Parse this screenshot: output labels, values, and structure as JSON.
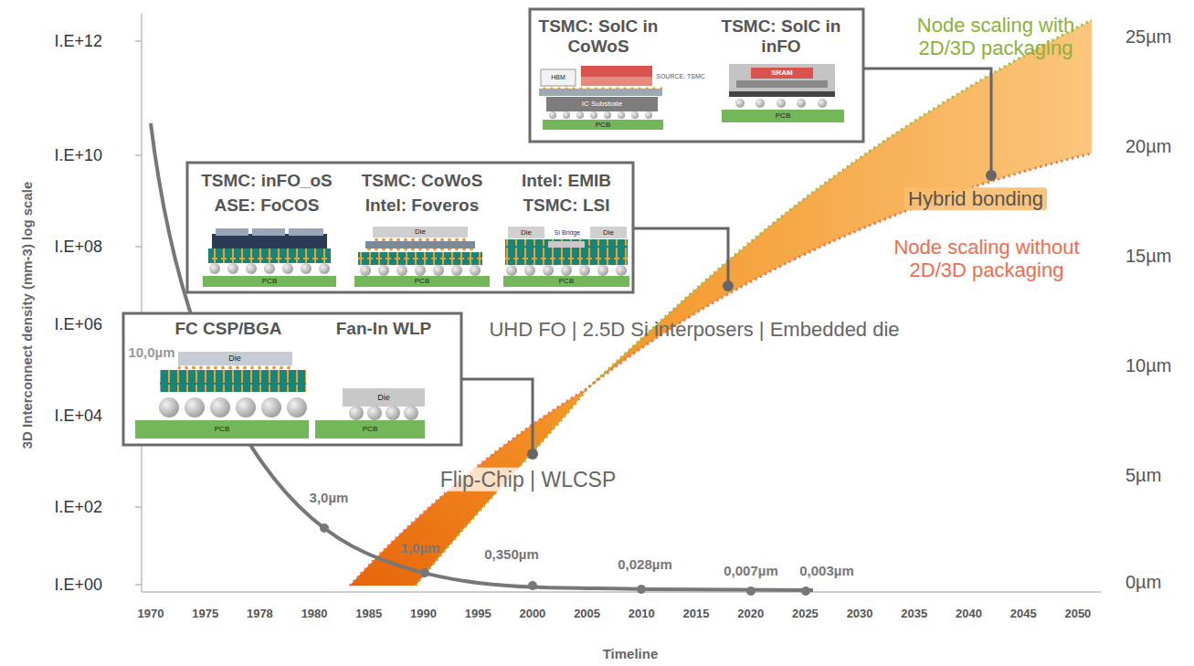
{
  "diagram": {
    "nodes": [
      {
        "text": [
          "TSMC: SoIC in CoWoS",
          "HBM",
          "SOURCE: TSMC",
          "IC Substrate",
          "PCB"
        ]
      },
      {
        "text": [
          "TSMC: SoIC in inFO",
          "SRAM",
          "PCB"
        ]
      },
      {
        "text": [
          "TSMC: inFO_oS",
          "ASE: FoCOS",
          "PCB"
        ]
      },
      {
        "text": [
          "TSMC: CoWoS",
          "Intel: Foveros",
          "Die",
          "PCB"
        ]
      },
      {
        "text": [
          "Intel: EMIB",
          "TSMC: LSI",
          "Die",
          "Si Bridge",
          "Die",
          "PCB"
        ]
      },
      {
        "text": [
          "FC CSP/BGA",
          "Die",
          "PCB"
        ]
      },
      {
        "text": [
          "Fan-In WLP",
          "Die",
          "PCB"
        ]
      }
    ],
    "labels": [
      "3D Interconnect density (mm-3) log scale",
      "I.E+12",
      "I.E+10",
      "I.E+08",
      "I.E+06",
      "I.E+04",
      "I.E+02",
      "I.E+00",
      "25µm",
      "20µm",
      "15µm",
      "10µm",
      "5µm",
      "0µm",
      "1970",
      "1975",
      "1978",
      "1980",
      "1985",
      "1990",
      "1995",
      "2000",
      "2005",
      "2010",
      "2015",
      "2020",
      "2025",
      "2030",
      "2035",
      "2040",
      "2045",
      "2050",
      "Timeline",
      "10,0µm",
      "3,0µm",
      "1,0µm",
      "0,350µm",
      "0,028µm",
      "0,007µm",
      "0,003µm",
      "Flip-Chip | WLCSP",
      "UHD FO | 2.5D Si interposers | Embedded die",
      "Hybrid bonding",
      "Node scaling with 2D/3D packaging",
      "Node scaling without 2D/3D packaging"
    ]
  }
}
